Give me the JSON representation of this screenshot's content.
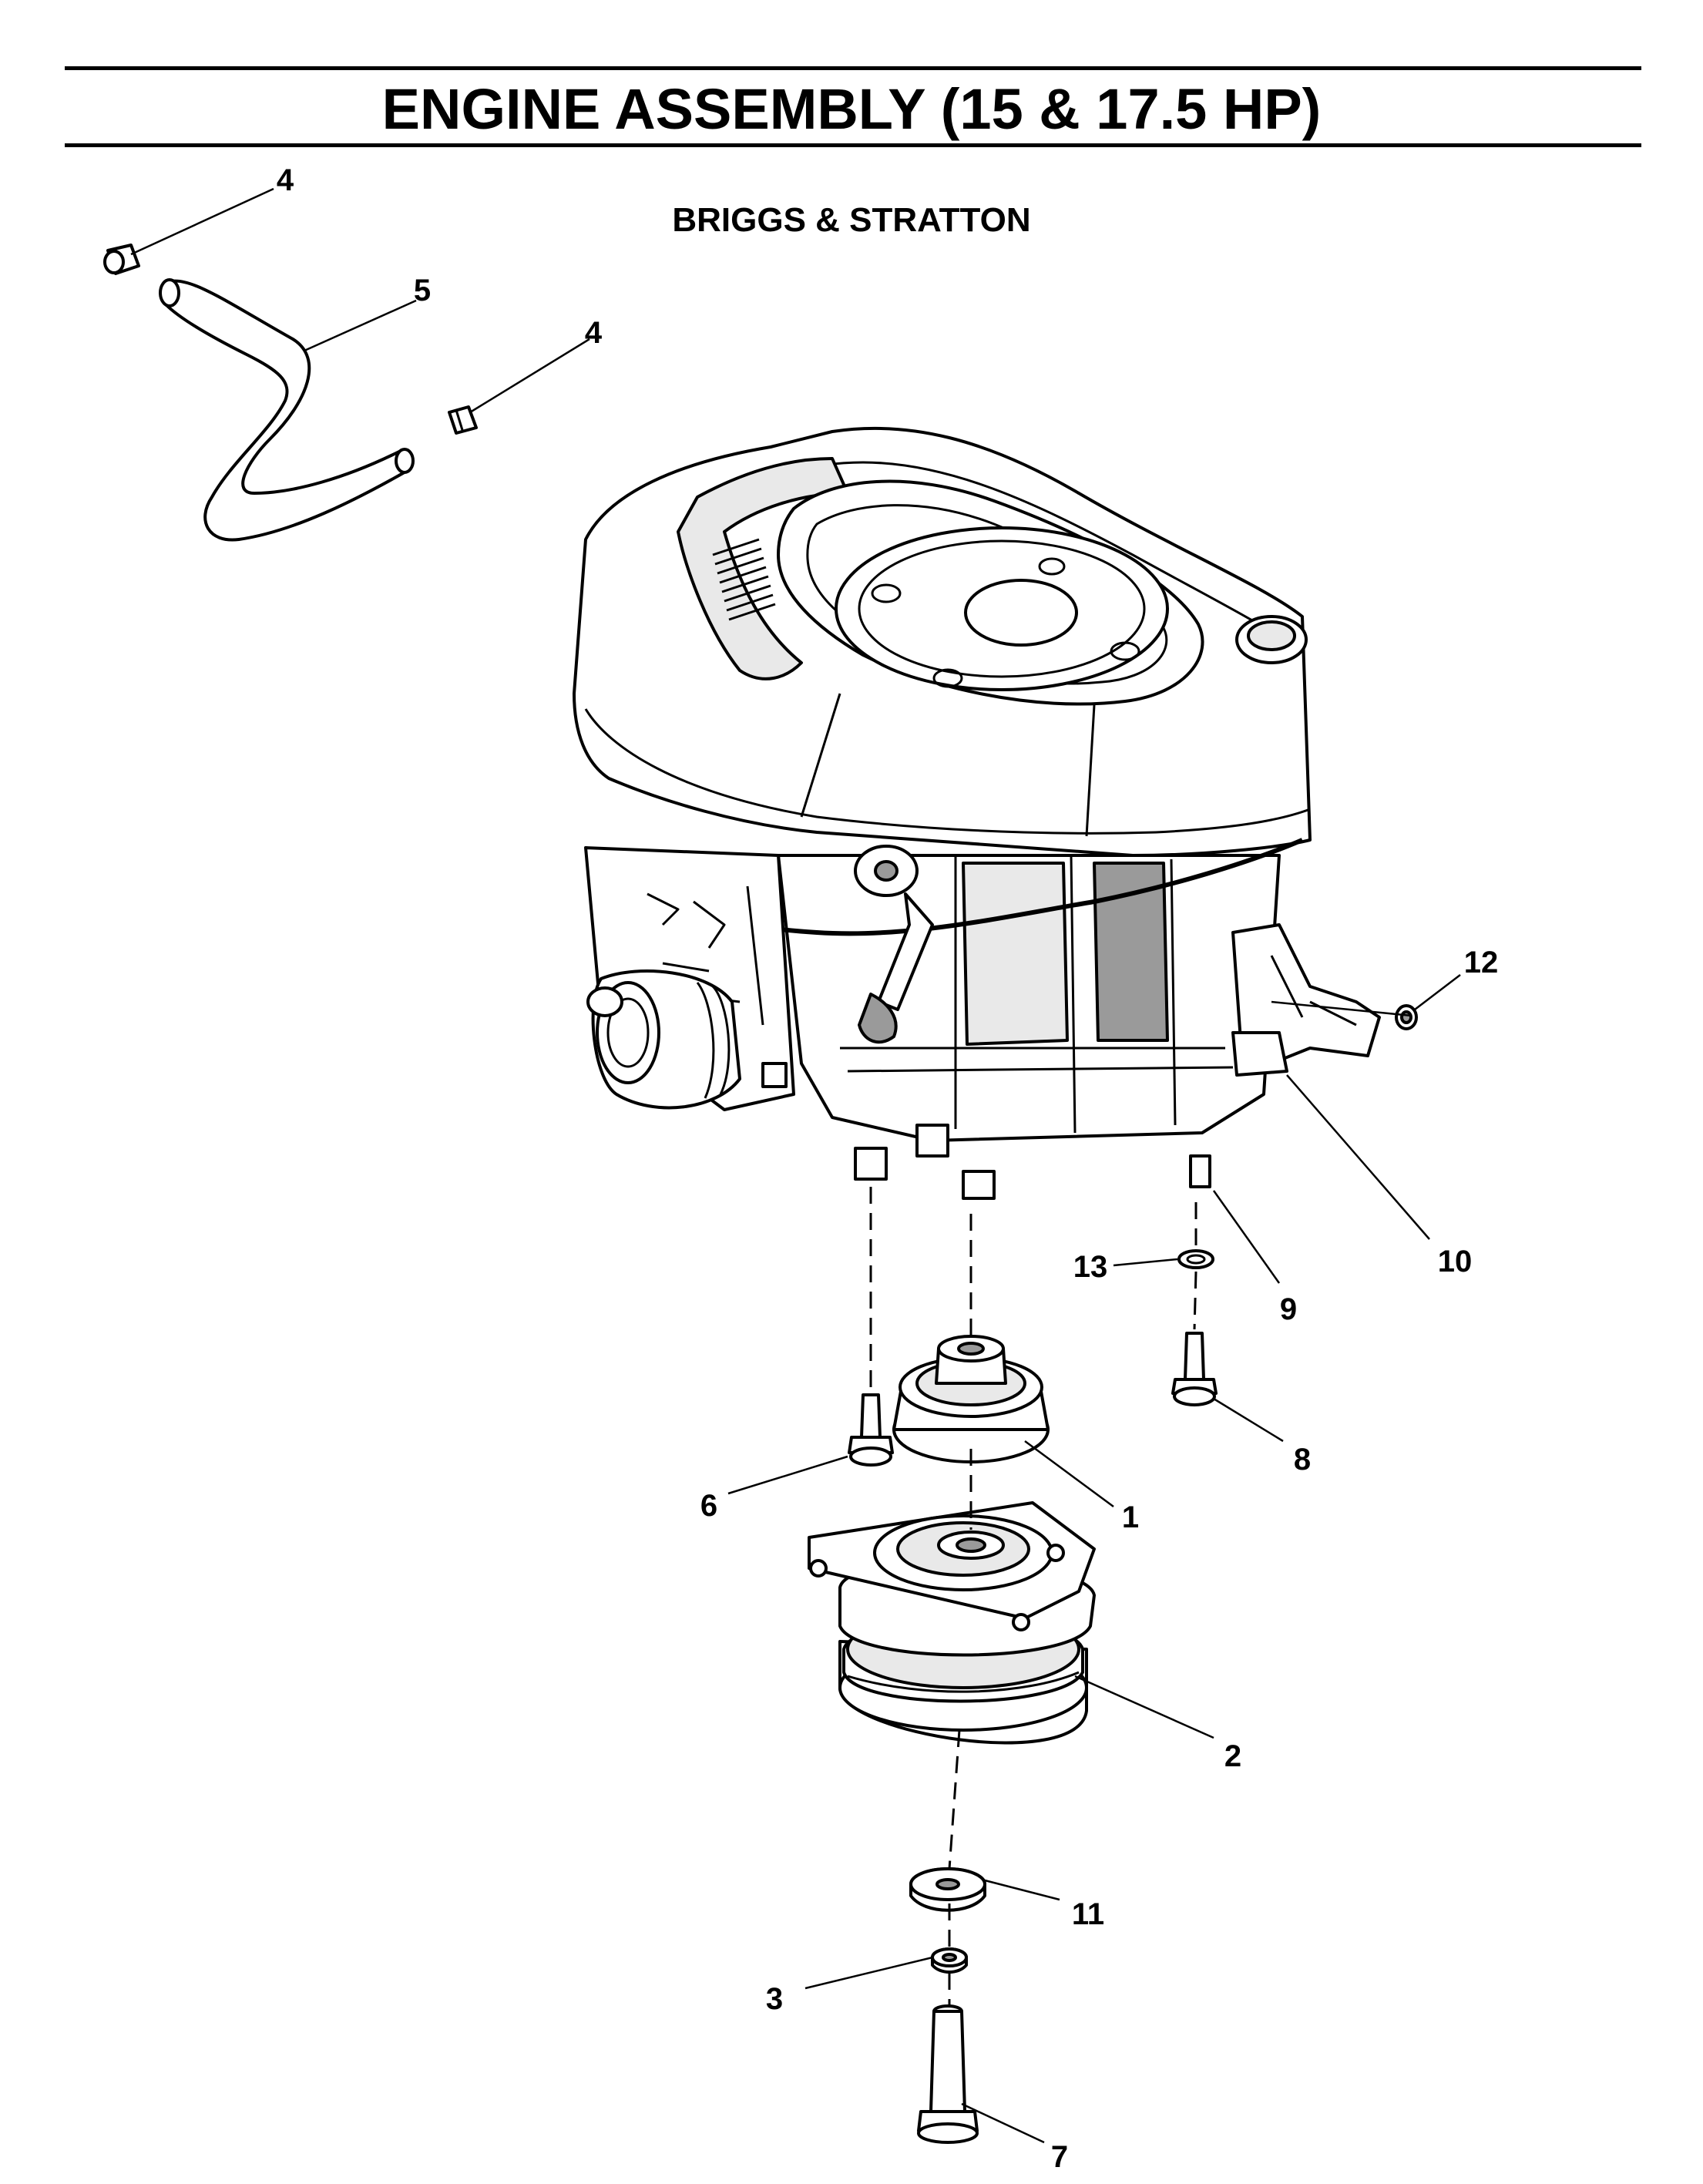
{
  "header": {
    "title": "ENGINE ASSEMBLY (15 & 17.5 HP)",
    "subtitle": "BRIGGS & STRATTON"
  },
  "callouts": [
    {
      "id": "c4a",
      "label": "4"
    },
    {
      "id": "c5",
      "label": "5"
    },
    {
      "id": "c4b",
      "label": "4"
    },
    {
      "id": "c12",
      "label": "12"
    },
    {
      "id": "c10",
      "label": "10"
    },
    {
      "id": "c13",
      "label": "13"
    },
    {
      "id": "c9",
      "label": "9"
    },
    {
      "id": "c8",
      "label": "8"
    },
    {
      "id": "c6",
      "label": "6"
    },
    {
      "id": "c1",
      "label": "1"
    },
    {
      "id": "c2",
      "label": "2"
    },
    {
      "id": "c11",
      "label": "11"
    },
    {
      "id": "c3",
      "label": "3"
    },
    {
      "id": "c7",
      "label": "7"
    }
  ]
}
